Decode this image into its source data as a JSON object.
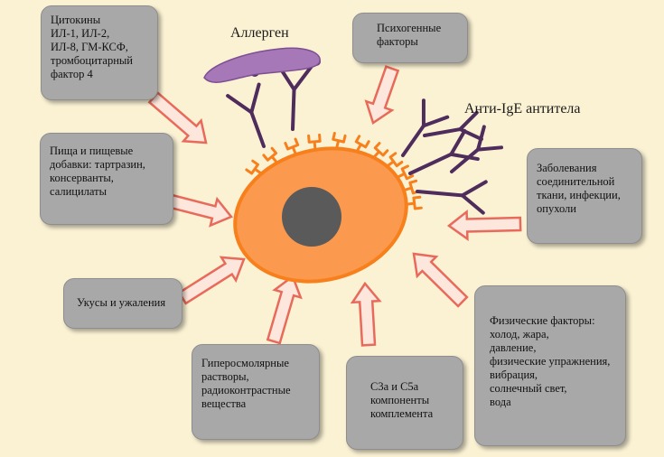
{
  "labels": {
    "allergen": "Аллерген",
    "anti_ige": "Анти-IgE антитела"
  },
  "boxes": {
    "cytokines": [
      "Цитокины",
      "ИЛ-1, ИЛ-2,",
      "ИЛ-8, ГМ-КСФ,",
      "тромбоцитарный",
      "фактор 4"
    ],
    "psychogenic": [
      "Психогенные",
      "факторы"
    ],
    "food": [
      "Пища и пищевые",
      "добавки: тартразин,",
      "консерванты,",
      "салицилаты"
    ],
    "connective": [
      "Заболевания",
      "соединительной",
      "ткани, инфекции,",
      "опухоли"
    ],
    "bites": [
      "Укусы и ужаления"
    ],
    "hyperosmolar": [
      "Гиперосмолярные",
      "растворы,",
      "радиоконтрастные",
      "вещества"
    ],
    "complement": [
      "C3a и C5a",
      "компоненты",
      "комплемента"
    ],
    "physical": [
      "Физические факторы:",
      "холод, жара,",
      "давление,",
      "физические упражнения,",
      "вибрация,",
      "солнечный свет,",
      "вода"
    ]
  },
  "colors": {
    "background": "#fbf2d4",
    "box_fill": "#a8a8a8",
    "cell_fill": "#fb9a4e",
    "cell_stroke": "#f7801c",
    "nucleus": "#5a5a5a",
    "arrow_fill": "#fde7dc",
    "arrow_stroke": "#e86a5a",
    "antibody": "#4e2c5c",
    "allergen": "#a678b8"
  }
}
